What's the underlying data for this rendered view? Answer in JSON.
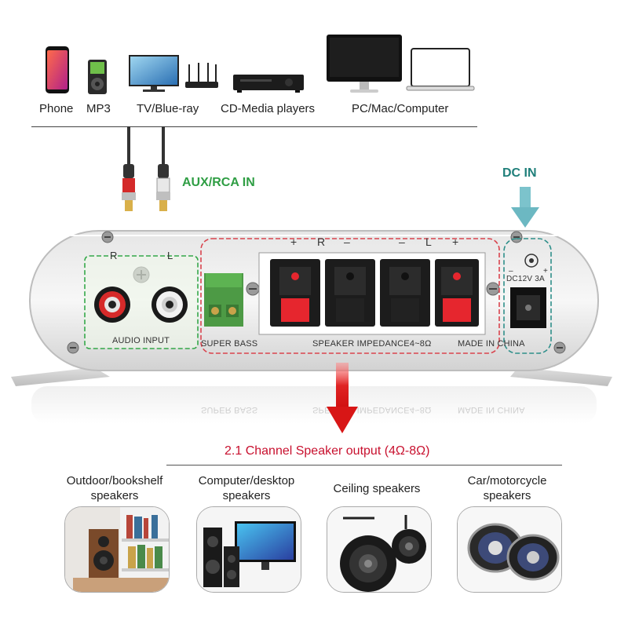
{
  "sources": [
    {
      "label": "Phone",
      "icon": "smartphone-icon"
    },
    {
      "label": "MP3",
      "icon": "mp3-player-icon"
    },
    {
      "label": "TV/Blue-ray",
      "icon": "tv-router-icon"
    },
    {
      "label": "CD-Media players",
      "icon": "cd-player-icon"
    },
    {
      "label": "PC/Mac/Computer",
      "icon": "computer-icon"
    }
  ],
  "inputs": {
    "aux_label": "AUX/RCA IN",
    "dc_label": "DC IN"
  },
  "panel": {
    "audio_r": "R",
    "audio_l": "L",
    "audio_input": "AUDIO INPUT",
    "super_bass": "SUPER BASS",
    "terminal_labels": [
      "+",
      "R",
      "–",
      "–",
      "L",
      "+"
    ],
    "impedance": "SPEAKER IMPEDANCE4~8Ω",
    "made_in": "MADE IN CHINA",
    "dc_rating": "DC12V 3A",
    "dc_minus": "–",
    "dc_plus": "+"
  },
  "reflection": {
    "super_bass": "SUPER BASS",
    "impedance": "SPEAKER IMPEDANCE4~8Ω",
    "made_in": "MADE IN CHINA"
  },
  "output": {
    "title": "2.1 Channel Speaker output (4Ω-8Ω)"
  },
  "speakers": [
    {
      "line1": "Outdoor/bookshelf",
      "line2": "speakers",
      "icon": "bookshelf-speaker-icon"
    },
    {
      "line1": "Computer/desktop",
      "line2": "speakers",
      "icon": "desktop-speaker-icon"
    },
    {
      "line1": "Ceiling speakers",
      "line2": "",
      "icon": "ceiling-speaker-icon"
    },
    {
      "line1": "Car/motorcycle",
      "line2": "speakers",
      "icon": "car-speaker-icon"
    }
  ],
  "colors": {
    "green": "#2f9e44",
    "teal": "#1f7f7a",
    "red_accent": "#c8102e",
    "terminal_red": "#e6262e"
  }
}
